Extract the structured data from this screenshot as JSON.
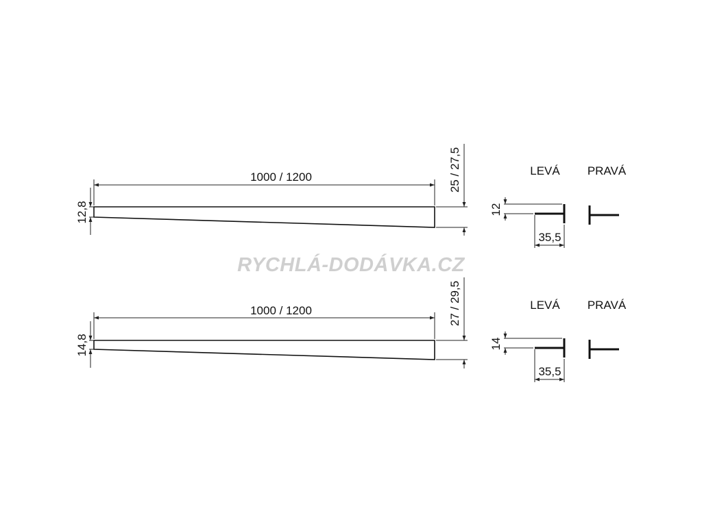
{
  "watermark": "RYCHLÁ-DODÁVKA.CZ",
  "profiles": [
    {
      "length_label": "1000 / 1200",
      "start_height_label": "12,8",
      "end_height_label": "25 / 27,5",
      "left_label": "LEVÁ",
      "right_label": "PRAVÁ",
      "cross_height_label": "12",
      "cross_width_label": "35,5"
    },
    {
      "length_label": "1000 / 1200",
      "start_height_label": "14,8",
      "end_height_label": "27 / 29,5",
      "left_label": "LEVÁ",
      "right_label": "PRAVÁ",
      "cross_height_label": "14",
      "cross_width_label": "35,5"
    }
  ]
}
